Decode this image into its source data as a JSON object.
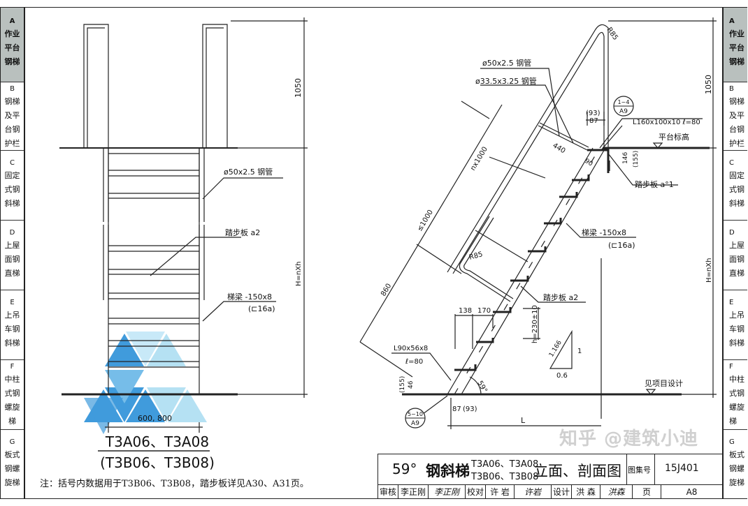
{
  "side_tabs": [
    {
      "key": "A",
      "label": "作业平台钢梯",
      "lines": [
        "作业",
        "平台",
        "钢梯"
      ],
      "active": true
    },
    {
      "key": "B",
      "label": "钢梯及平台钢护栏",
      "lines": [
        "钢梯",
        "及平",
        "台钢",
        "护栏"
      ],
      "active": false
    },
    {
      "key": "C",
      "label": "固定式钢斜梯",
      "lines": [
        "固定",
        "式钢",
        "斜梯"
      ],
      "active": false
    },
    {
      "key": "D",
      "label": "上屋面钢直梯",
      "lines": [
        "上屋",
        "面钢",
        "直梯"
      ],
      "active": false
    },
    {
      "key": "E",
      "label": "上吊车钢斜梯",
      "lines": [
        "上吊",
        "车钢",
        "斜梯"
      ],
      "active": false
    },
    {
      "key": "F",
      "label": "中柱式钢螺旋梯",
      "lines": [
        "中柱",
        "式钢",
        "螺旋",
        "梯"
      ],
      "active": false
    },
    {
      "key": "G",
      "label": "板式钢螺旋梯",
      "lines": [
        "板式",
        "钢螺",
        "旋梯"
      ],
      "active": false
    }
  ],
  "elevation": {
    "pipe_label": "ø50x2.5 钢管",
    "tread_label": "踏步板 a2",
    "stringer_label": "梯梁 -150x8",
    "stringer_alt": "(⊏16a)",
    "dim_1050": "1050",
    "dim_height": "H=nXh",
    "dim_width": "600, 800",
    "model_main": "T3A06、T3A08",
    "model_alt": "(T3B06、T3B08)"
  },
  "section": {
    "pipe50": "ø50x2.5 钢管",
    "pipe33": "ø33.5x3.25 钢管",
    "r85_top": "R85",
    "r85_bottom": "R85",
    "dim_n1000": "nx1000",
    "dim_le1000": "≤1000",
    "dim_860": "860",
    "dim_440": "440",
    "dim_90": "90",
    "dim_93_top": "(93)",
    "dim_87_top": "87",
    "detail_top_num": "1~4",
    "detail_top_page": "A9",
    "angle_top": "L160x100x10  ℓ=80",
    "platform_level": "平台标高",
    "dim_146": "146",
    "dim_155_top": "(155)",
    "tread_a1": "踏步板 a°1",
    "dim_1050": "1050",
    "stringer_label": "梯梁 -150x8",
    "stringer_alt": "(⊏16a)",
    "dim_height": "H=nXh",
    "tread_a2": "踏步板 a2",
    "dim_138": "138",
    "dim_170": "170",
    "dim_h": "h=230±10",
    "slope_hyp": "1.166",
    "slope_v": "1",
    "slope_h": "0.6",
    "angle_bottom_1": "L90x56x8",
    "angle_bottom_2": "ℓ=80",
    "dim_155_bot": "(155)",
    "dim_46": "46",
    "angle_deg": "59°",
    "ground_level": "见项目设计",
    "detail_bot_num": "5~10",
    "detail_bot_page": "A9",
    "dim_87_bot": "87",
    "dim_93_bot": "(93)",
    "dim_L": "L"
  },
  "note": "注：括号内数据用于T3B06、T3B08，踏步板详见A30、A31页。",
  "title_block": {
    "angle": "59°",
    "name": "钢斜梯",
    "models_1": "T3A06、T3A08",
    "models_2": "T3B06、T3B08",
    "view": "立面、剖面图",
    "atlas_label": "图集号",
    "atlas_no": "15J401",
    "review_label": "审核",
    "reviewer": "李正刚",
    "reviewer_sig": "李正刚",
    "check_label": "校对",
    "checker": "许 岩",
    "checker_sig": "许岩",
    "design_label": "设计",
    "designer": "洪 森",
    "designer_sig": "洪森",
    "page_label": "页",
    "page_no": "A8"
  },
  "watermark": "知乎 @建筑小迪",
  "colors": {
    "active_tab": "#b9c0be",
    "watermark_blue": "#1f8ad6",
    "watermark_light": "#a9dcf2"
  }
}
